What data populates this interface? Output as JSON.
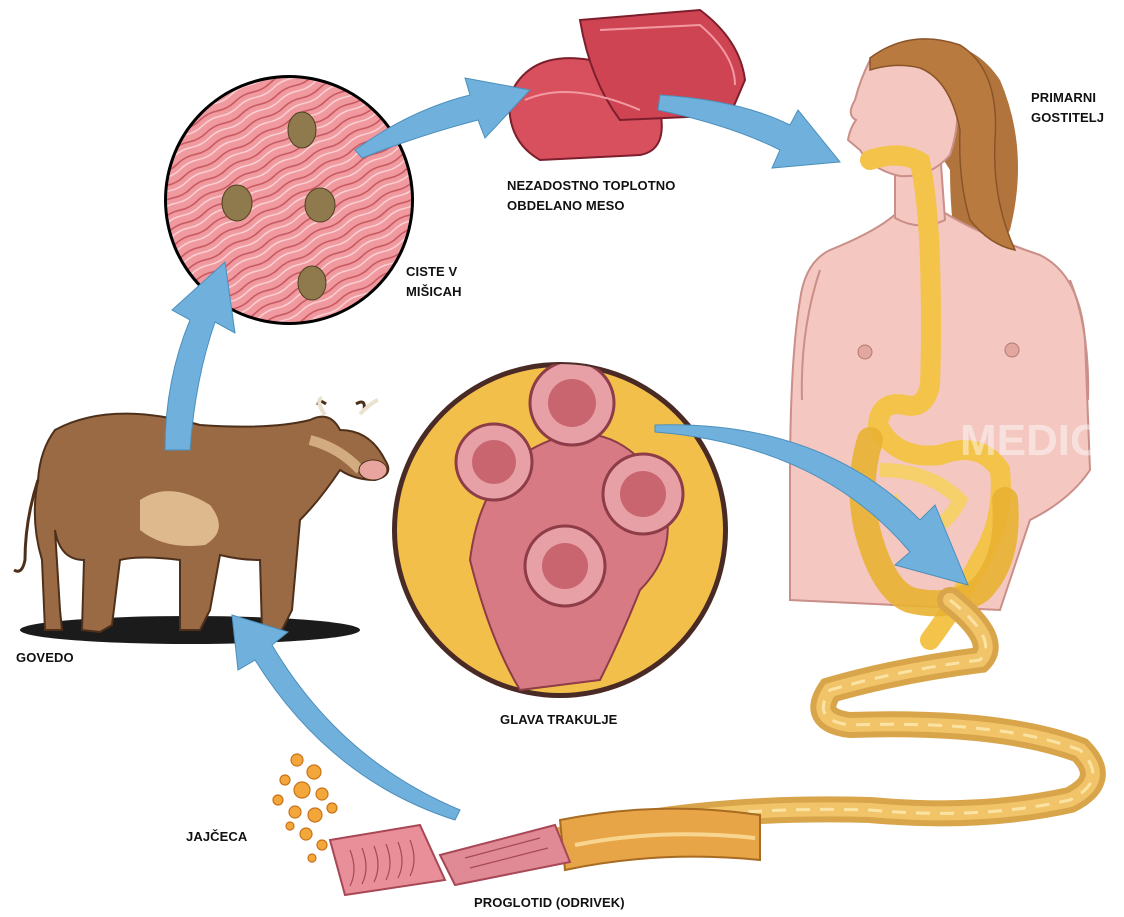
{
  "labels": {
    "primary_host": [
      "PRIMARNI",
      "GOSTITELJ"
    ],
    "undercooked_meat": [
      "NEZADOSTNO TOPLOTNO",
      "OBDELANO MESO"
    ],
    "muscle_cysts": [
      "CISTE V",
      "MIŠICAH"
    ],
    "tapeworm_head": "GLAVA TRAKULJE",
    "cattle": "GOVEDO",
    "eggs": "JAJČECA",
    "proglottid": "PROGLOTID (ODRIVEK)"
  },
  "watermark": "MEDIC",
  "colors": {
    "arrow": "#6fb1dc",
    "digestive_tract": "#f3c34a",
    "skin": "#f4c7c0",
    "muscle": "#e98a92",
    "meat": "#d8505e",
    "cow": "#9a6a45",
    "scolex_bg": "#f2c04a"
  }
}
